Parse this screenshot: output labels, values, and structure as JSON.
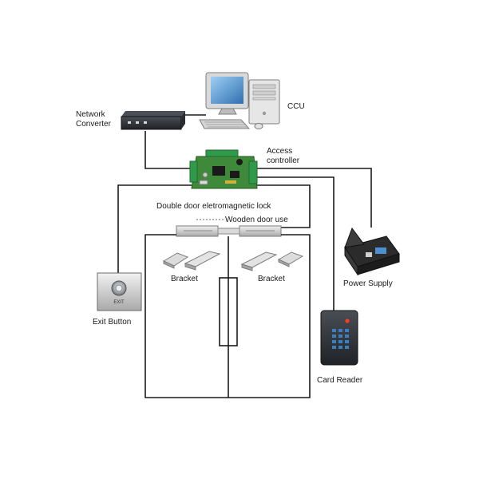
{
  "labels": {
    "ccu": "CCU",
    "network_converter_line1": "Network",
    "network_converter_line2": "Converter",
    "access_controller_line1": "Access",
    "access_controller_line2": "controller",
    "double_door_lock": "Double  door  eletromagnetic  lock",
    "wooden_door_use": "Wooden door use",
    "bracket_left": "Bracket",
    "bracket_right": "Bracket",
    "power_supply": "Power  Supply",
    "exit_button": "Exit Button",
    "exit_button_face": "EXIT",
    "card_reader": "Card  Reader"
  },
  "colors": {
    "wire": "#1a1a1a",
    "board_green": "#3f8a3a",
    "terminal_green": "#2f9a4a",
    "metal": "#c9c9c9",
    "device_dark": "#2c2c2c",
    "reader_led": "#ff3b1f",
    "monitor_screen": "#3f86c9"
  }
}
